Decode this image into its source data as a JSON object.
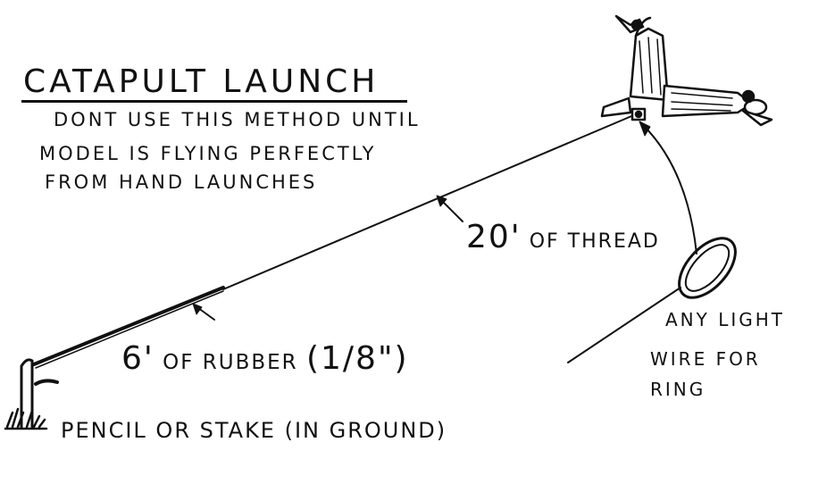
{
  "title": "CATAPULT LAUNCH",
  "warning_lines": [
    "DONT USE THIS METHOD UNTIL",
    "MODEL IS FLYING PERFECTLY",
    "FROM HAND LAUNCHES"
  ],
  "labels": {
    "thread_length": "20'",
    "thread_text": "OF THREAD",
    "rubber_length": "6'",
    "rubber_text": "OF RUBBER",
    "rubber_size": "(1/8\")",
    "ring_lines": [
      "ANY LIGHT",
      "WIRE FOR",
      "RING"
    ],
    "stake": "PENCIL OR STAKE (IN GROUND)"
  },
  "colors": {
    "ink": "#111111",
    "paper": "#ffffff"
  }
}
